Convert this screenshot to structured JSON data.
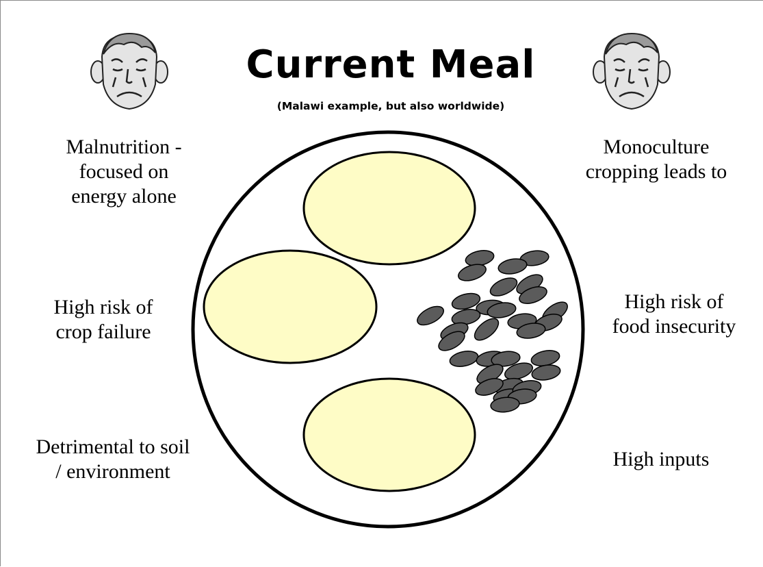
{
  "slide": {
    "title": "Current Meal",
    "subtitle": "(Malawi example, but also worldwide)",
    "labels": {
      "top_left": "Malnutrition -\nfocused on\nenergy alone",
      "top_right": "Monoculture\ncropping leads to",
      "middle_left": "High risk of\ncrop failure",
      "middle_right": "High risk of\nfood insecurity",
      "bottom_left": "Detrimental to soil\n/ environment",
      "bottom_right": "High inputs"
    }
  },
  "icons": {
    "face": "sad-face-icon",
    "plate": "plate",
    "staple_portion": "maize-porridge-portion",
    "beans": "bean-icon"
  },
  "colors": {
    "staple_fill": "#fefcc6",
    "bean_fill": "#5b5b5b",
    "outline": "#000000",
    "face_skin": "#e4e4e4"
  }
}
